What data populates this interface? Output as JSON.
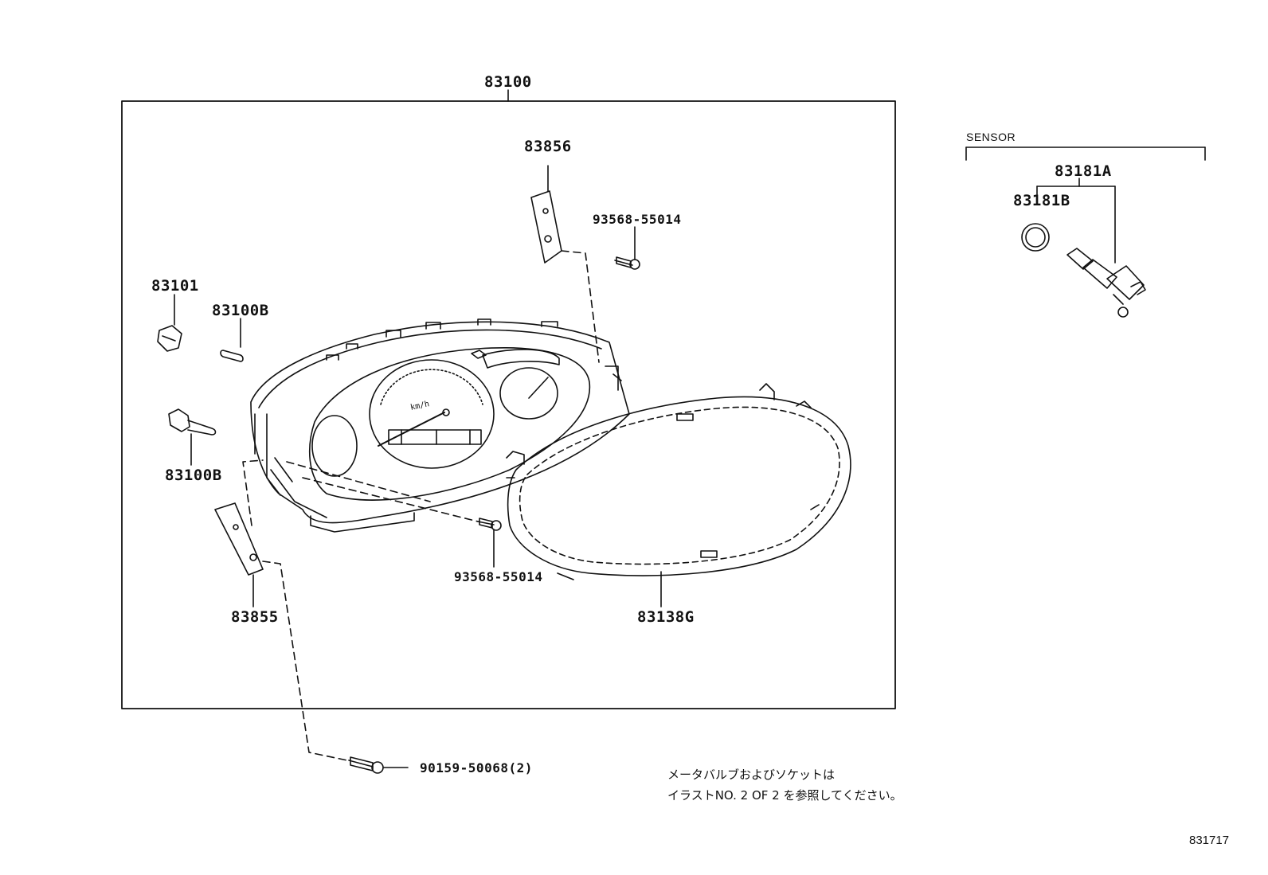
{
  "labels": {
    "assembly": "83100",
    "bracket_top": "83856",
    "screw_top": "93568-55014",
    "socket": "83101",
    "bulb_top": "83100B",
    "bulb_bottom": "83100B",
    "bracket_bottom": "83855",
    "screw_middle": "93568-55014",
    "glass": "83138G",
    "screw_bottom": "90159-50068(2)"
  },
  "sensor": {
    "title": "SENSOR",
    "sensor_part": "83181A",
    "oring_part": "83181B"
  },
  "note": {
    "line1": "メータバルブおよびソケットは",
    "line2": "イラストNO. 2  OF  2  を参照してください。"
  },
  "reference_number": "831717",
  "gauge": {
    "unit": "km/h"
  }
}
